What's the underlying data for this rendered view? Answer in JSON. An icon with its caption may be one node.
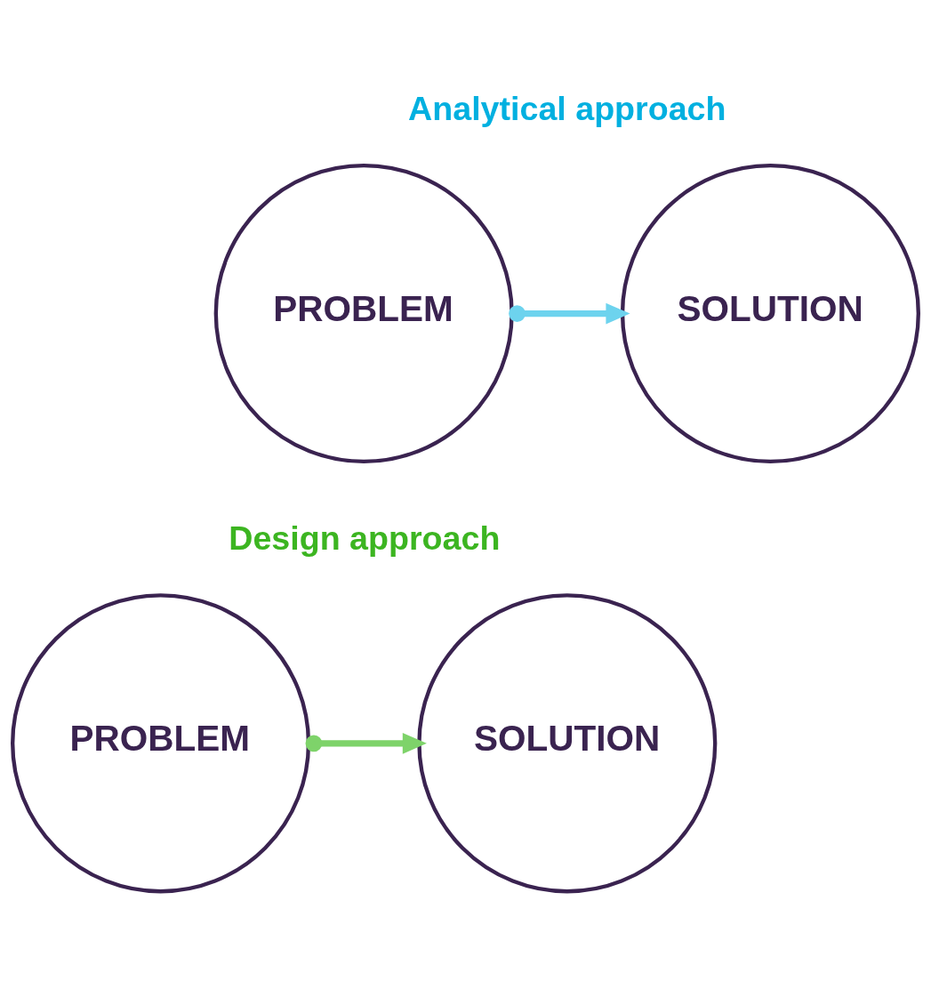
{
  "diagram": {
    "nodes": [
      {
        "text": [
          "PROBLEM"
        ]
      },
      {
        "text": [
          "SOLUTION"
        ]
      },
      {
        "text": [
          "PROBLEM"
        ]
      },
      {
        "text": [
          "SOLUTION"
        ]
      }
    ],
    "edges": [
      {
        "from": 0,
        "to": 1,
        "arrow": "to",
        "color": "#6dd3ee"
      },
      {
        "from": 2,
        "to": 3,
        "arrow": "to",
        "color": "#7ed36a"
      }
    ],
    "labels": [
      "Analytical approach",
      "Design approach"
    ]
  }
}
